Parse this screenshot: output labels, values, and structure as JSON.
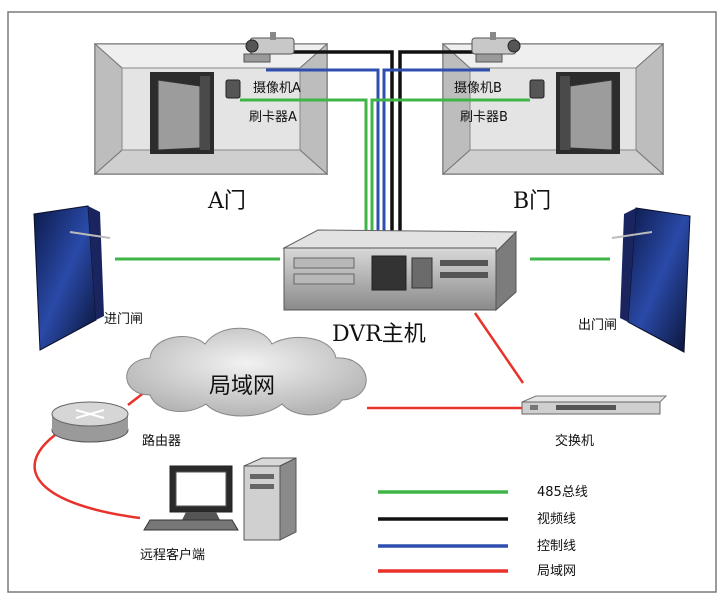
{
  "rooms": {
    "a": {
      "door_label": "A门",
      "camera_label": "摄像机A",
      "reader_label": "刷卡器A"
    },
    "b": {
      "door_label": "B门",
      "camera_label": "摄像机B",
      "reader_label": "刷卡器B"
    }
  },
  "devices": {
    "dvr": "DVR主机",
    "entry_gate": "进门闸",
    "exit_gate": "出门闸",
    "lan": "局域网",
    "router": "路由器",
    "switch": "交换机",
    "remote_client": "远程客户端"
  },
  "legend": [
    {
      "label": "485总线",
      "color": "#3fb548"
    },
    {
      "label": "视频线",
      "color": "#111111"
    },
    {
      "label": "控制线",
      "color": "#2f4fb0"
    },
    {
      "label": "局域网",
      "color": "#e8322b"
    }
  ],
  "colors": {
    "bus485": "#3fb548",
    "video": "#111111",
    "control": "#2f4fb0",
    "lan": "#e8322b"
  }
}
